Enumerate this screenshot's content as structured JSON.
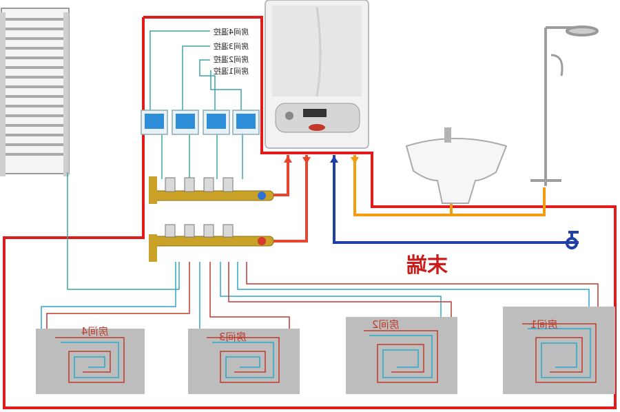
{
  "terminal_label": "末端",
  "zones": [
    {
      "label": "房间4"
    },
    {
      "label": "房间3"
    },
    {
      "label": "房间2"
    },
    {
      "label": "房间1"
    }
  ],
  "controllers": [
    {
      "label": "房间4温控"
    },
    {
      "label": "房间3温控"
    },
    {
      "label": "房间2温控"
    },
    {
      "label": "房间1温控"
    }
  ],
  "colors": {
    "boundary": "#e11b1b",
    "supply_pipe": "#e8452c",
    "hot_water_pipe": "#f39c12",
    "cold_water_pipe": "#1f3fa6",
    "floor_loop_supply": "#c0392b",
    "floor_loop_return": "#2aa9c9",
    "zone_pad": "#bdbdbd",
    "control_wire": "#3aa6a6"
  },
  "icons": [
    "radiator-icon",
    "boiler-icon",
    "sink-icon",
    "shower-icon",
    "manifold-icon",
    "thermostat-icon",
    "faucet-icon"
  ]
}
